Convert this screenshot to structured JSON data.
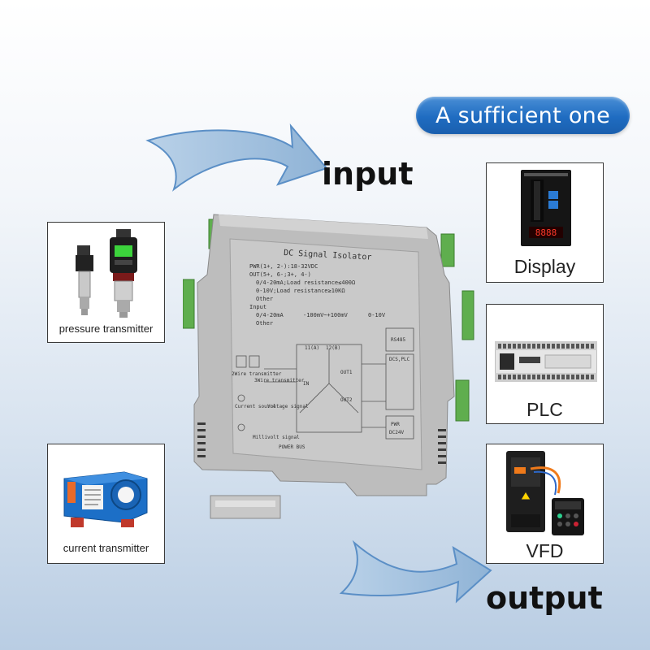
{
  "badge": {
    "label": "A sufficient one"
  },
  "labels": {
    "input": "input",
    "output": "output"
  },
  "inputs": [
    {
      "caption": "pressure transmitter",
      "image": "pressure-transmitter"
    },
    {
      "caption": "current transmitter",
      "image": "current-transmitter"
    }
  ],
  "outputs": [
    {
      "caption": "Display",
      "image": "bar-graph-display",
      "display_digits": "8888"
    },
    {
      "caption": "PLC",
      "image": "plc"
    },
    {
      "caption": "VFD",
      "image": "vfd"
    }
  ],
  "device": {
    "title": "DC Signal Isolator",
    "spec_lines": [
      "PWR(1+, 2-):18-32VDC",
      "OUT(5+, 6-;3+, 4-)",
      "0/4-20mA;Load resistance≤400Ω",
      "0-10V;Load resistance≥10KΩ",
      "Other",
      "Input",
      "0/4-20mA",
      "-100mV~+100mV",
      "0-10V",
      "Other"
    ],
    "diagram_labels": {
      "rs485": "RS485",
      "dcs_plc": "DCS,PLC",
      "out1": "OUT1",
      "out2": "OUT2",
      "pwr": "PWR",
      "dc24v": "DC24V",
      "in": "IN",
      "two_wire": "2Wire transmitter",
      "three_wire": "3Wire transmitter",
      "current_source": "Current source",
      "voltage_signal": "Voltage signal",
      "millivolt_signal": "Millivolt signal",
      "power_bus": "POWER BUS",
      "terminal_11": "11(A)",
      "terminal_12": "12(B)"
    }
  },
  "colors": {
    "badge": "#1f6cc1",
    "arrow": "#9ebcd8",
    "arrow_edge": "#5b8fc6",
    "device_body": "#b8b8b8",
    "terminal_green": "#5fae4e"
  }
}
